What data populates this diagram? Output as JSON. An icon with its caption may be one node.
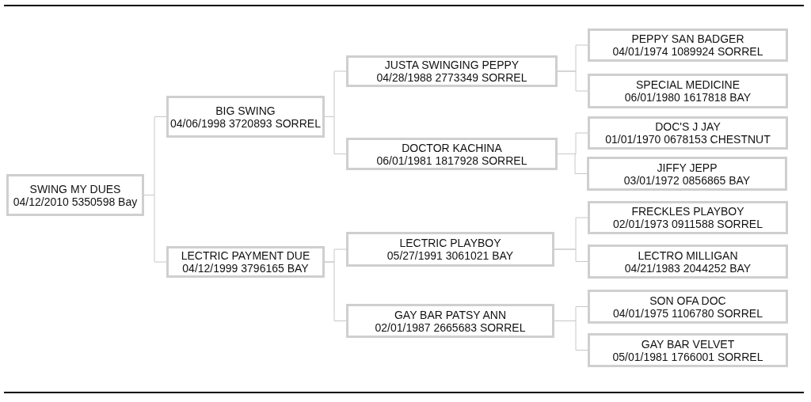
{
  "diagram": {
    "nodes": [
      {
        "text": [
          "SWING MY DUES",
          "04/12/2010 5350598 Bay"
        ]
      },
      {
        "text": [
          "BIG SWING",
          "04/06/1998 3720893 SORREL"
        ]
      },
      {
        "text": [
          "JUSTA SWINGING PEPPY",
          "04/28/1988 2773349 SORREL"
        ]
      },
      {
        "text": [
          "PEPPY SAN BADGER",
          "04/01/1974 1089924 SORREL"
        ]
      },
      {
        "text": [
          "SPECIAL MEDICINE",
          "06/01/1980 1617818 BAY"
        ]
      },
      {
        "text": [
          "DOCTOR KACHINA",
          "06/01/1981 1817928 SORREL"
        ]
      },
      {
        "text": [
          "DOC'S J JAY",
          "01/01/1970 0678153 CHESTNUT"
        ]
      },
      {
        "text": [
          "JIFFY JEPP",
          "03/01/1972 0856865 BAY"
        ]
      },
      {
        "text": [
          "LECTRIC PAYMENT DUE",
          "04/12/1999 3796165 BAY"
        ]
      },
      {
        "text": [
          "LECTRIC PLAYBOY",
          "05/27/1991 3061021 BAY"
        ]
      },
      {
        "text": [
          "FRECKLES PLAYBOY",
          "02/01/1973 0911588 SORREL"
        ]
      },
      {
        "text": [
          "LECTRO MILLIGAN",
          "04/21/1983 2044252 BAY"
        ]
      },
      {
        "text": [
          "GAY BAR PATSY ANN",
          "02/01/1987 2665683 SORREL"
        ]
      },
      {
        "text": [
          "SON OFA DOC",
          "04/01/1975 1106780 SORREL"
        ]
      },
      {
        "text": [
          "GAY BAR VELVET",
          "05/01/1981 1766001 SORREL"
        ]
      }
    ],
    "edges": [
      {
        "from": 0,
        "to": 1,
        "arrow": "none"
      },
      {
        "from": 0,
        "to": 8,
        "arrow": "none"
      },
      {
        "from": 1,
        "to": 2,
        "arrow": "none"
      },
      {
        "from": 1,
        "to": 5,
        "arrow": "none"
      },
      {
        "from": 2,
        "to": 3,
        "arrow": "none"
      },
      {
        "from": 2,
        "to": 4,
        "arrow": "none"
      },
      {
        "from": 5,
        "to": 6,
        "arrow": "none"
      },
      {
        "from": 5,
        "to": 7,
        "arrow": "none"
      },
      {
        "from": 8,
        "to": 9,
        "arrow": "none"
      },
      {
        "from": 8,
        "to": 12,
        "arrow": "none"
      },
      {
        "from": 9,
        "to": 10,
        "arrow": "none"
      },
      {
        "from": 9,
        "to": 11,
        "arrow": "none"
      },
      {
        "from": 12,
        "to": 13,
        "arrow": "none"
      },
      {
        "from": 12,
        "to": 14,
        "arrow": "none"
      }
    ]
  }
}
